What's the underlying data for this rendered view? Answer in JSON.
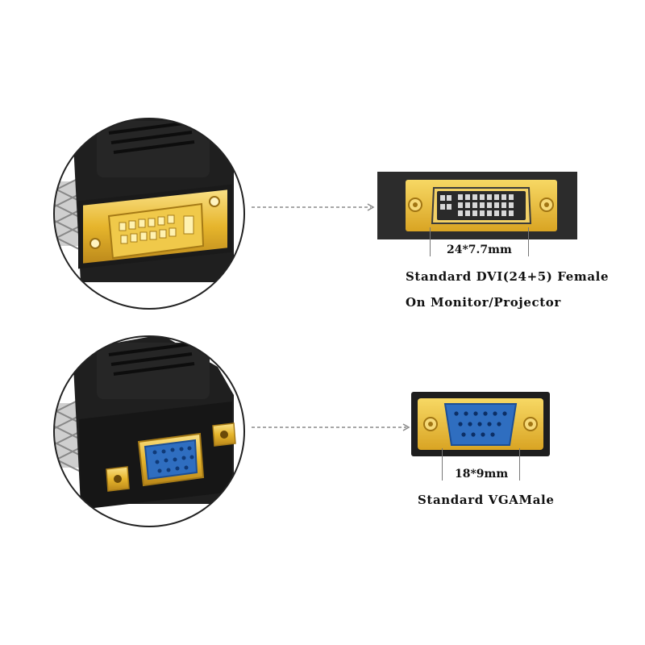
{
  "dvi": {
    "dimension": "24*7.7mm",
    "description_line1": "Standard DVI(24+5) Female",
    "description_line2": "On Monitor/Projector"
  },
  "vga": {
    "dimension": "18*9mm",
    "description": "Standard VGAMale"
  },
  "colors": {
    "gold": "#e8b730",
    "plastic": "#1c1c1c",
    "vga_blue": "#2f6ec0",
    "arrow": "#8a8a8a"
  }
}
